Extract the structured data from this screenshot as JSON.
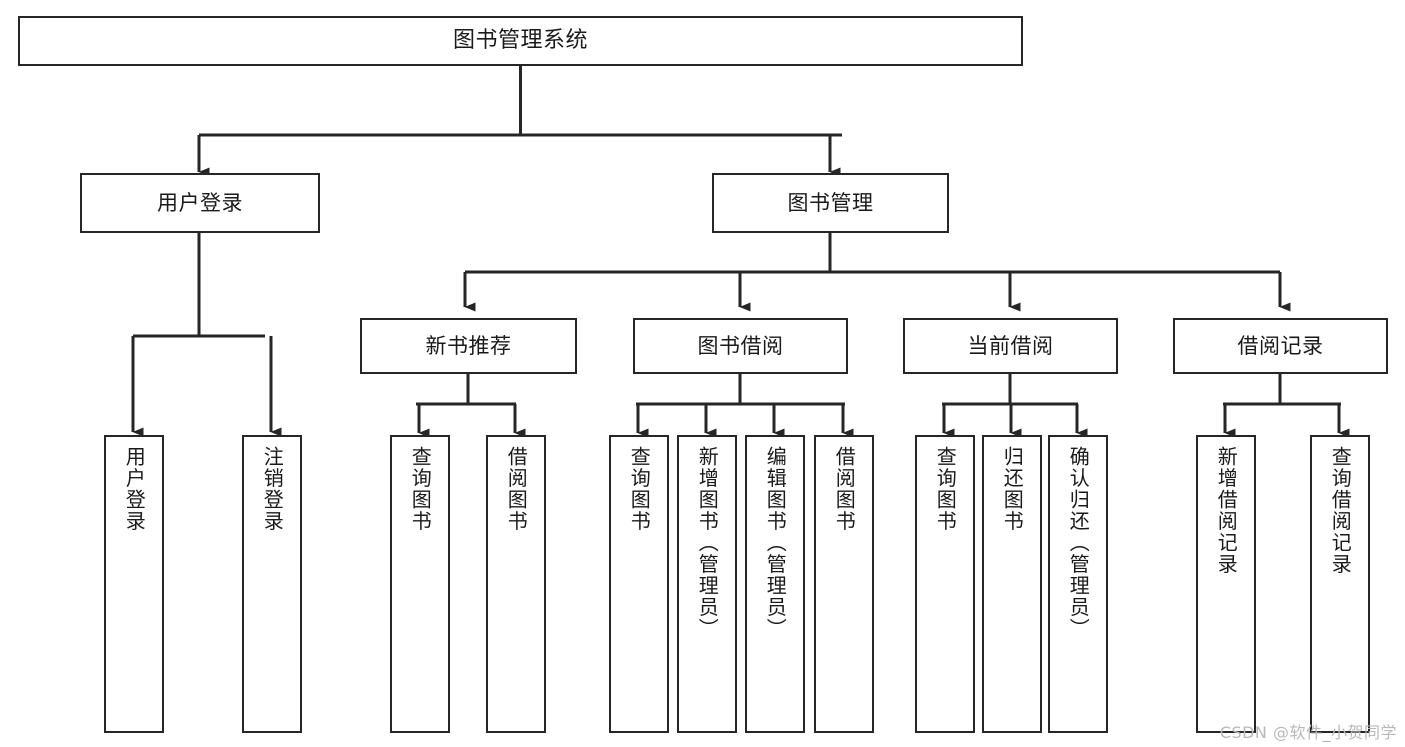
{
  "diagram": {
    "title": "图书管理系统",
    "type": "tree-hierarchy",
    "orientation": "top-down",
    "edge_color": "#262626",
    "box_border_color": "#262626",
    "box_fill_color": "#ffffff",
    "text_color": "#1a1a1a",
    "background_color": "#ffffff"
  },
  "watermark": {
    "text": "CSDN @软件_小贺同学",
    "color": "#b9b9b9"
  },
  "nodes": {
    "root": {
      "label": "图书管理系统"
    },
    "level2": [
      {
        "label": "用户登录"
      },
      {
        "label": "图书管理"
      }
    ],
    "level3": [
      {
        "label": "新书推荐"
      },
      {
        "label": "图书借阅"
      },
      {
        "label": "当前借阅"
      },
      {
        "label": "借阅记录"
      }
    ],
    "leaves": {
      "user_login": [
        {
          "label": "用户登录"
        },
        {
          "label": "注销登录"
        }
      ],
      "new_book_recommend": [
        {
          "label": "查询图书"
        },
        {
          "label": "借阅图书"
        }
      ],
      "book_borrow": [
        {
          "label": "查询图书"
        },
        {
          "label": "新增图书（管理员）"
        },
        {
          "label": "编辑图书（管理员）"
        },
        {
          "label": "借阅图书"
        }
      ],
      "current_borrow": [
        {
          "label": "查询图书"
        },
        {
          "label": "归还图书"
        },
        {
          "label": "确认归还（管理员）"
        }
      ],
      "borrow_record": [
        {
          "label": "新增借阅记录"
        },
        {
          "label": "查询借阅记录"
        }
      ]
    }
  },
  "chart_data": {
    "type": "table",
    "title": "图书管理系统",
    "tree": [
      {
        "name": "图书管理系统",
        "children": [
          {
            "name": "用户登录",
            "children": [
              {
                "name": "用户登录"
              },
              {
                "name": "注销登录"
              }
            ]
          },
          {
            "name": "图书管理",
            "children": [
              {
                "name": "新书推荐",
                "children": [
                  {
                    "name": "查询图书"
                  },
                  {
                    "name": "借阅图书"
                  }
                ]
              },
              {
                "name": "图书借阅",
                "children": [
                  {
                    "name": "查询图书"
                  },
                  {
                    "name": "新增图书（管理员）"
                  },
                  {
                    "name": "编辑图书（管理员）"
                  },
                  {
                    "name": "借阅图书"
                  }
                ]
              },
              {
                "name": "当前借阅",
                "children": [
                  {
                    "name": "查询图书"
                  },
                  {
                    "name": "归还图书"
                  },
                  {
                    "name": "确认归还（管理员）"
                  }
                ]
              },
              {
                "name": "借阅记录",
                "children": [
                  {
                    "name": "新增借阅记录"
                  },
                  {
                    "name": "查询借阅记录"
                  }
                ]
              }
            ]
          }
        ]
      }
    ]
  }
}
